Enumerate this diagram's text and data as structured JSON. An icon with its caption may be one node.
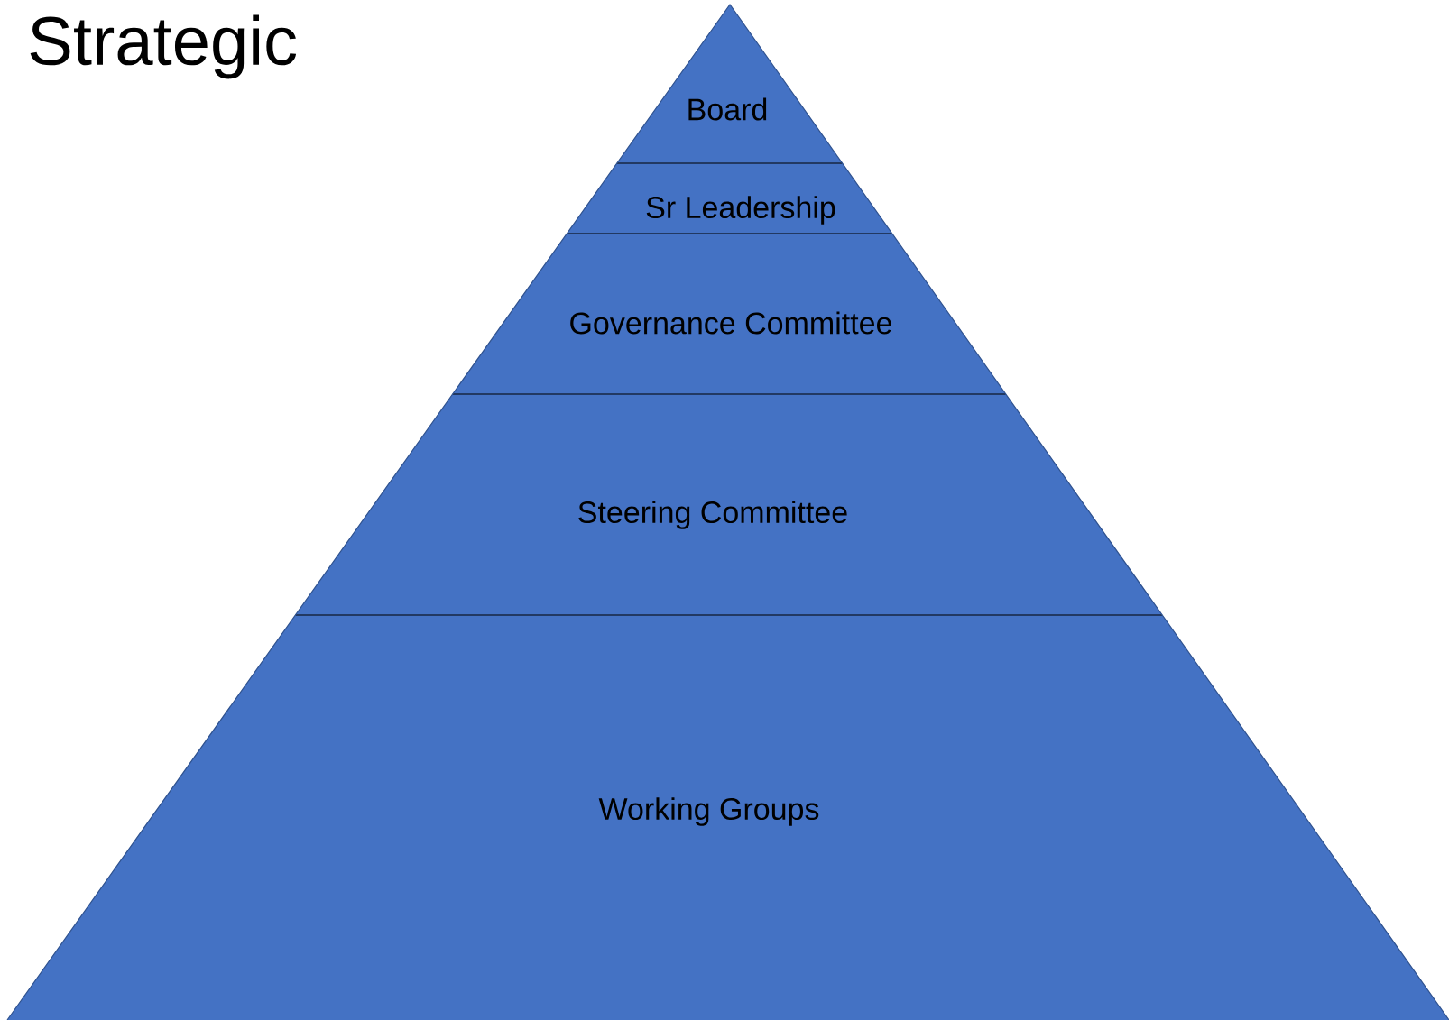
{
  "diagram": {
    "nodes": [
      {
        "text": [
          "Board"
        ]
      },
      {
        "text": [
          "Sr Leadership"
        ]
      },
      {
        "text": [
          "Governance Committee"
        ]
      },
      {
        "text": [
          "Steering Committee"
        ]
      },
      {
        "text": [
          "Working Groups"
        ]
      }
    ],
    "labels": [
      "Strategic"
    ]
  }
}
